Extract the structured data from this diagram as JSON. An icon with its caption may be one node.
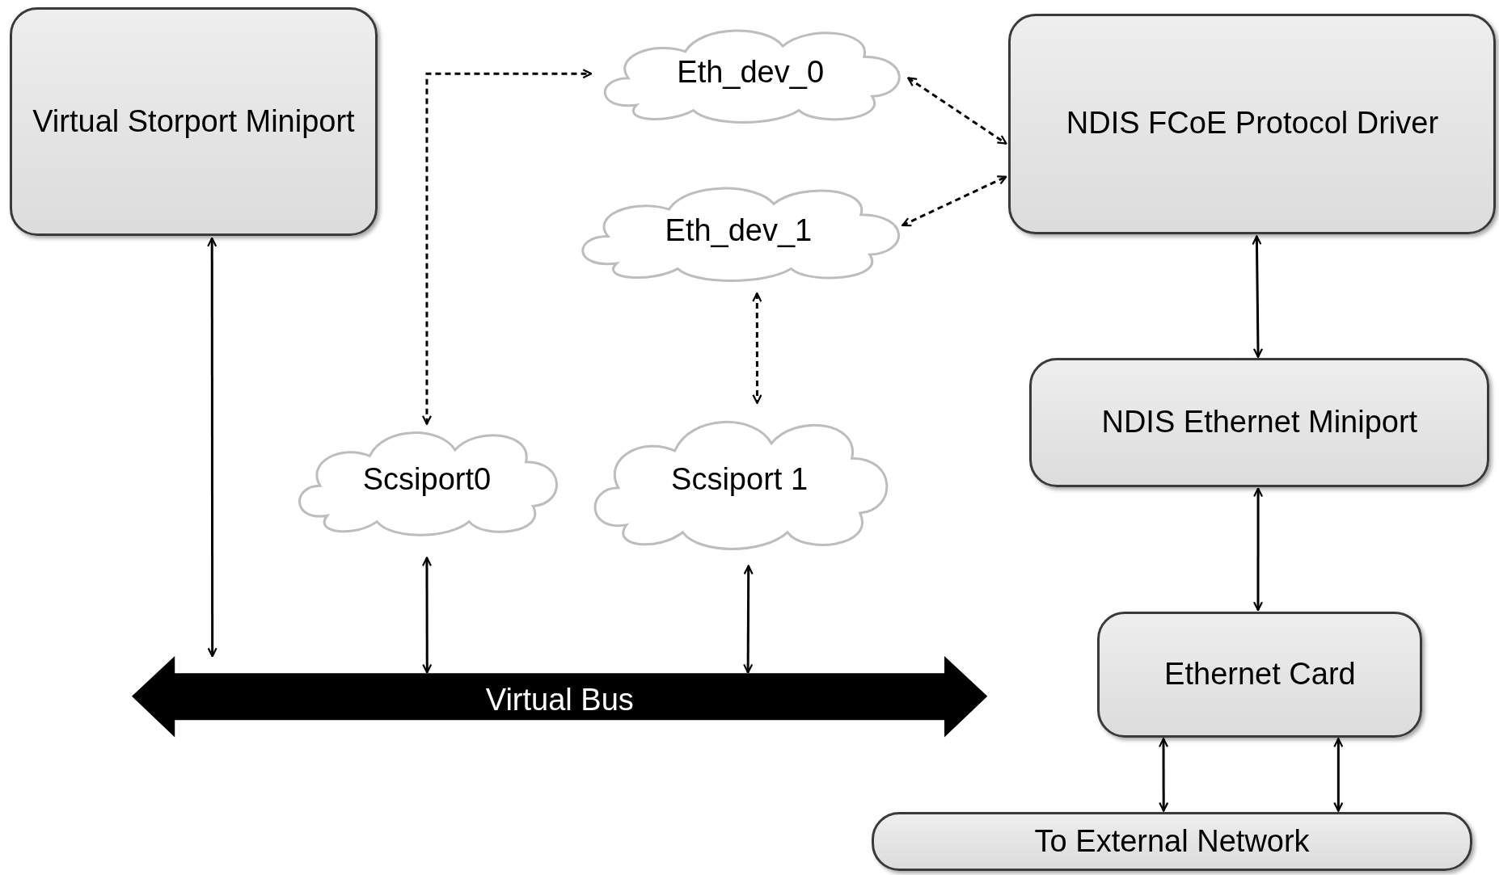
{
  "diagram": {
    "nodes": [
      {
        "text": [
          "Virtual Storport Miniport"
        ]
      },
      {
        "text": [
          "Eth_dev_0"
        ]
      },
      {
        "text": [
          "NDIS FCoE Protocol Driver"
        ]
      },
      {
        "text": [
          "Eth_dev_1"
        ]
      },
      {
        "text": [
          "NDIS Ethernet Miniport"
        ]
      },
      {
        "text": [
          "Scsiport0"
        ]
      },
      {
        "text": [
          "Scsiport 1"
        ]
      },
      {
        "text": [
          "Ethernet Card"
        ]
      },
      {
        "text": [
          "Virtual Bus"
        ]
      },
      {
        "text": [
          "To External Network"
        ]
      }
    ],
    "edges": [
      {
        "from": 0,
        "to": 8,
        "arrow": "both"
      },
      {
        "from": 5,
        "to": 1,
        "arrow": "both",
        "style": "dashed"
      },
      {
        "from": 1,
        "to": 2,
        "arrow": "both",
        "style": "dashed"
      },
      {
        "from": 3,
        "to": 2,
        "arrow": "both",
        "style": "dashed"
      },
      {
        "from": 3,
        "to": 6,
        "arrow": "both",
        "style": "dashed"
      },
      {
        "from": 5,
        "to": 8,
        "arrow": "both"
      },
      {
        "from": 6,
        "to": 8,
        "arrow": "both"
      },
      {
        "from": 2,
        "to": 4,
        "arrow": "both"
      },
      {
        "from": 4,
        "to": 7,
        "arrow": "both"
      },
      {
        "from": 7,
        "to": 9,
        "arrow": "both"
      },
      {
        "from": 7,
        "to": 9,
        "arrow": "both"
      }
    ]
  }
}
